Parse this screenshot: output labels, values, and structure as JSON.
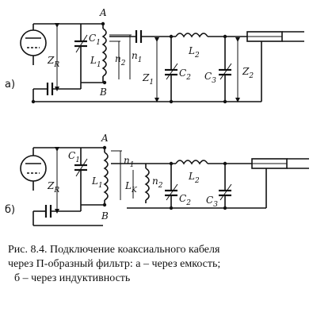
{
  "figure": {
    "panel_a": "а)",
    "panel_b": "б)",
    "labels_a": {
      "A": "A",
      "B": "B",
      "ZR": "Z",
      "ZR_sub": "R",
      "C1": "C",
      "C1_sub": "1",
      "L1": "L",
      "L1_sub": "1",
      "n2": "n",
      "n2_sub": "2",
      "n1": "n",
      "n1_sub": "1",
      "Z1": "Z",
      "Z1_sub": "1",
      "C2": "C",
      "C2_sub": "2",
      "L2": "L",
      "L2_sub": "2",
      "C3": "C",
      "C3_sub": "3",
      "Z2": "Z",
      "Z2_sub": "2"
    },
    "labels_b": {
      "A": "A",
      "B": "B",
      "ZR": "Z",
      "ZR_sub": "R",
      "C1": "C",
      "C1_sub": "1",
      "L1": "L",
      "L1_sub": "1",
      "n1": "n",
      "n1_sub": "1",
      "LK": "L",
      "LK_sub": "K",
      "n2": "n",
      "n2_sub": "2",
      "L2": "L",
      "L2_sub": "2",
      "C2": "C",
      "C2_sub": "2",
      "C3": "C",
      "C3_sub": "3"
    }
  },
  "caption": {
    "line1": "Рис. 8.4. Подключение коаксиального кабеля",
    "line2": "через П-образный фильтр: а – через емкость;",
    "line3": "б – через индуктивность"
  }
}
